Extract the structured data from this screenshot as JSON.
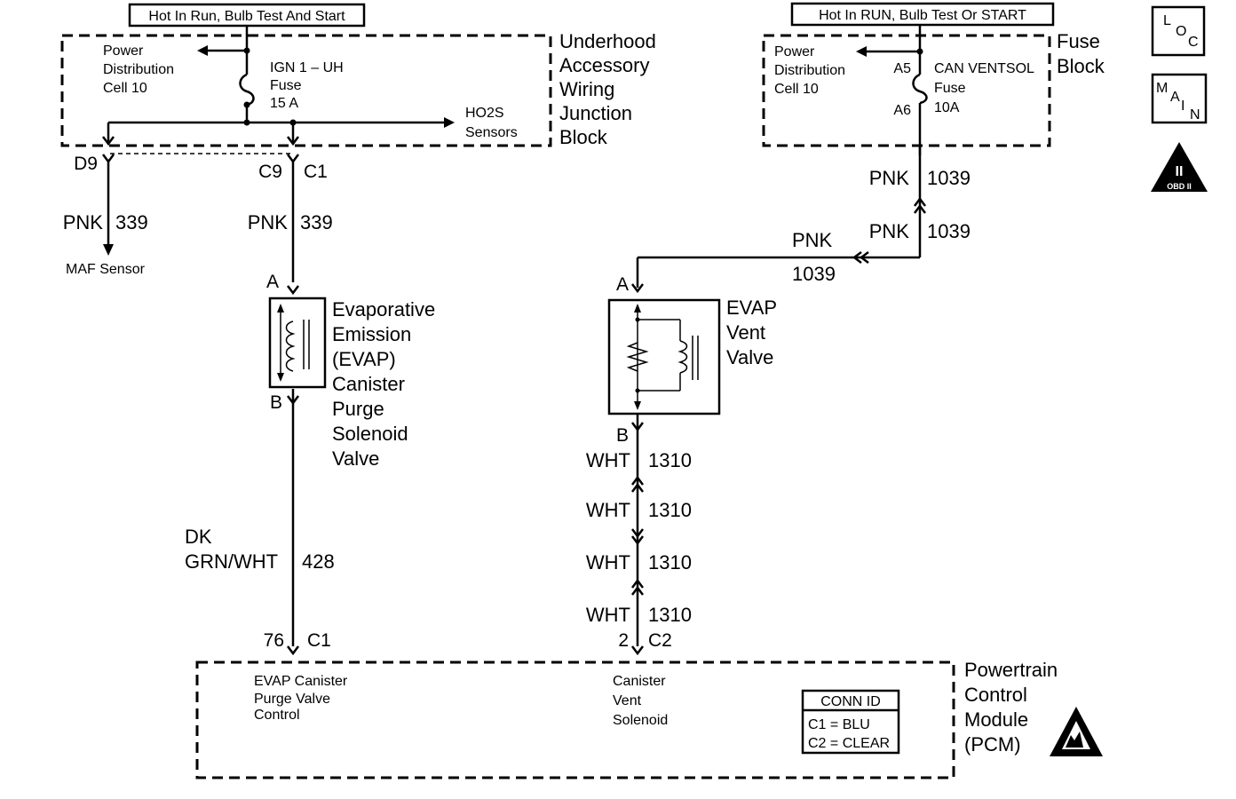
{
  "left_block": {
    "banner": "Hot In Run, Bulb Test And Start",
    "power_dist": [
      "Power",
      "Distribution",
      "Cell 10"
    ],
    "fuse": [
      "IGN 1 – UH",
      "Fuse",
      "15 A"
    ],
    "ho2s": [
      "HO2S",
      "Sensors"
    ],
    "title": [
      "Underhood",
      "Accessory",
      "Wiring",
      "Junction",
      "Block"
    ]
  },
  "right_block": {
    "banner": "Hot In RUN, Bulb Test Or START",
    "power_dist": [
      "Power",
      "Distribution",
      "Cell 10"
    ],
    "pin_a5": "A5",
    "pin_a6": "A6",
    "fuse": [
      "CAN VENTSOL",
      "Fuse",
      "10A"
    ],
    "title": [
      "Fuse",
      "Block"
    ]
  },
  "maf_branch": {
    "pin": "D9",
    "wire_color": "PNK",
    "circuit": "339",
    "sensor": "MAF Sensor"
  },
  "purge_branch": {
    "pin_top": "C9",
    "conn_top": "C1",
    "wire_color": "PNK",
    "circuit": "339",
    "pin_a": "A",
    "pin_b": "B",
    "component": [
      "Evaporative",
      "Emission",
      "(EVAP)",
      "Canister",
      "Purge",
      "Solenoid",
      "Valve"
    ],
    "wire2_color": [
      "DK",
      "GRN/WHT"
    ],
    "circuit2": "428",
    "pcm_pin": "76",
    "pcm_conn": "C1"
  },
  "vent_branch": {
    "wire_color": "PNK",
    "circuit": "1039",
    "pin_a": "A",
    "pin_b": "B",
    "component": [
      "EVAP",
      "Vent",
      "Valve"
    ],
    "wht_color": "WHT",
    "wht_circuit": "1310",
    "pcm_pin": "2",
    "pcm_conn": "C2"
  },
  "pcm": {
    "title": [
      "Powertrain",
      "Control",
      "Module",
      "(PCM)"
    ],
    "purge_label": [
      "EVAP Canister",
      "Purge Valve",
      "Control"
    ],
    "vent_label": [
      "Canister",
      "Vent",
      "Solenoid"
    ],
    "conn_id": {
      "header": "CONN ID",
      "c1": "C1 = BLU",
      "c2": "C2 = CLEAR"
    }
  },
  "icons": {
    "loc": [
      "L",
      "O",
      "C"
    ],
    "main": [
      "M",
      "A",
      "I",
      "N"
    ],
    "obd": [
      "II",
      "OBD II"
    ]
  }
}
